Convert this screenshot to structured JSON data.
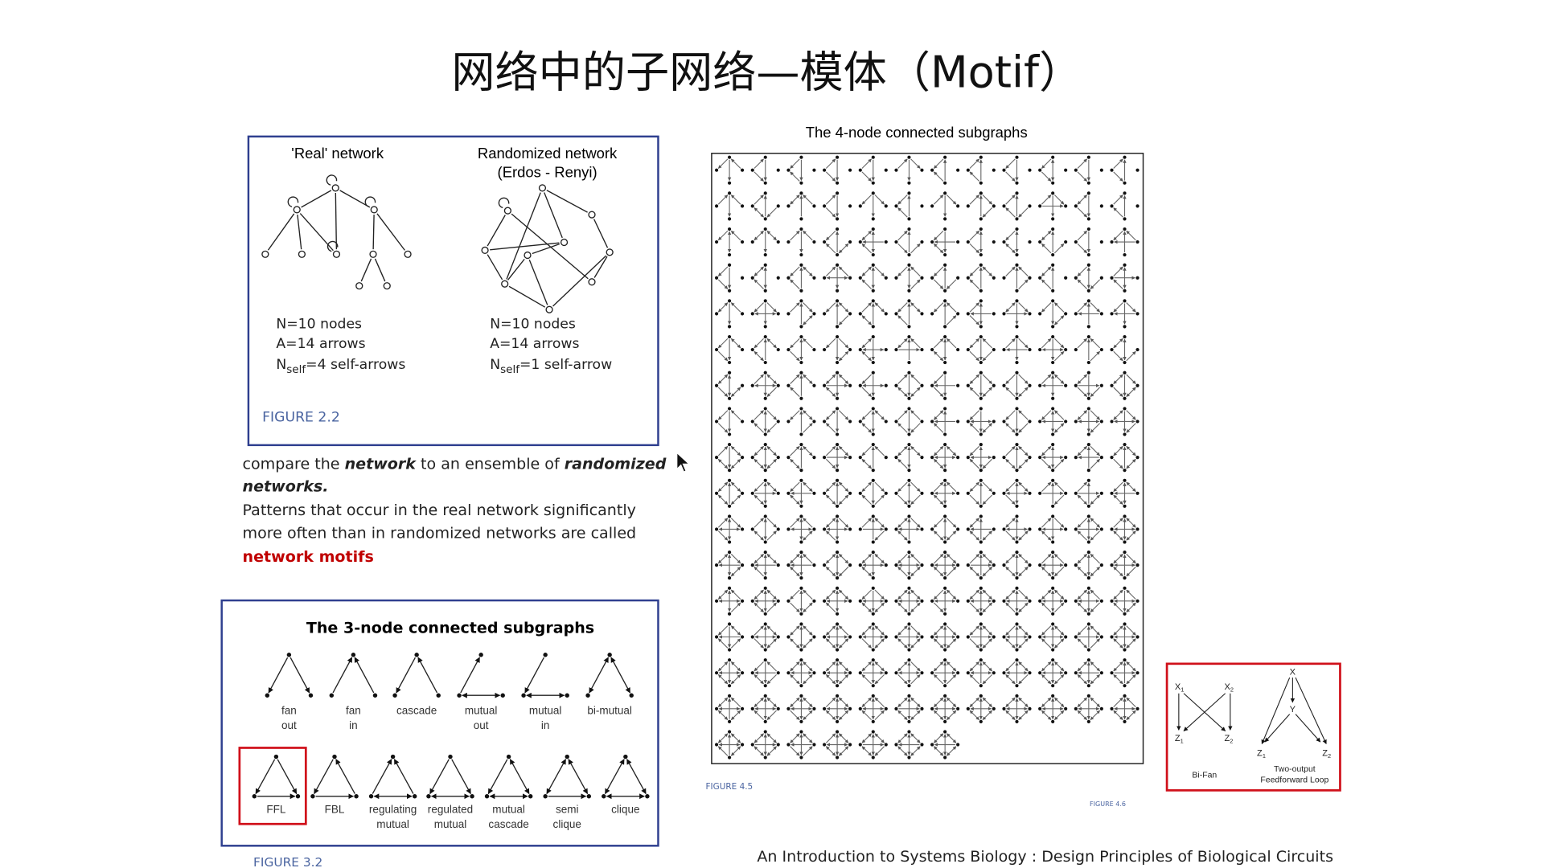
{
  "slide_title": "网络中的子网络—模体（Motif）",
  "figure_2_2": {
    "real_label": "'Real' network",
    "random_label_line1": "Randomized network",
    "random_label_line2": "(Erdos - Renyi)",
    "real_stats": {
      "nodes": "N=10 nodes",
      "arrows": "A=14 arrows",
      "self_prefix": "N",
      "self_sub": "self",
      "self_rest": "=4   self-arrows"
    },
    "random_stats": {
      "nodes": "N=10 nodes",
      "arrows": "A=14 arrows",
      "self_prefix": "N",
      "self_sub": "self",
      "self_rest": "=1   self-arrow"
    },
    "caption": "FIGURE 2.2"
  },
  "explanation": {
    "line1_a": "compare the ",
    "line1_b": "network",
    "line1_c": " to an ensemble of ",
    "line1_d": "randomized",
    "line2": "networks.",
    "line3": "Patterns that occur in the real network significantly",
    "line4": "more often than in randomized networks are called",
    "line5": "network motifs",
    "highlight_color": "#c00000"
  },
  "figure_3_2": {
    "title": "The  3-node connected subgraphs",
    "row1": [
      {
        "l1": "fan",
        "l2": "out"
      },
      {
        "l1": "fan",
        "l2": "in"
      },
      {
        "l1": "cascade",
        "l2": ""
      },
      {
        "l1": "mutual",
        "l2": "out"
      },
      {
        "l1": "mutual",
        "l2": "in"
      },
      {
        "l1": "bi-mutual",
        "l2": ""
      }
    ],
    "row2": [
      {
        "l1": "FFL",
        "l2": ""
      },
      {
        "l1": "FBL",
        "l2": ""
      },
      {
        "l1": "regulating",
        "l2": "mutual"
      },
      {
        "l1": "regulated",
        "l2": "mutual"
      },
      {
        "l1": "mutual",
        "l2": "cascade"
      },
      {
        "l1": "semi",
        "l2": "clique"
      },
      {
        "l1": "clique",
        "l2": ""
      }
    ],
    "caption": "FIGURE 3.2"
  },
  "figure_4_5": {
    "title": "The 4-node connected subgraphs",
    "count": 199,
    "columns": 12,
    "caption": "FIGURE 4.5"
  },
  "figure_4_6": {
    "caption": "FIGURE 4.6",
    "bifan": {
      "x1": "X",
      "x2": "X",
      "z1": "Z",
      "z2": "Z",
      "s1": "1",
      "s2": "2",
      "label": "Bi-Fan"
    },
    "ffl2": {
      "x": "X",
      "y": "Y",
      "z1": "Z",
      "z2": "Z",
      "label1": "Two-output",
      "label2": "Feedforward Loop"
    }
  },
  "citation": "An Introduction to Systems Biology : Design Principles of Biological Circuits",
  "colors": {
    "frame_blue": "#2f3f8f",
    "motif_red": "#d0101a",
    "caption_blue": "#4a64a0"
  }
}
